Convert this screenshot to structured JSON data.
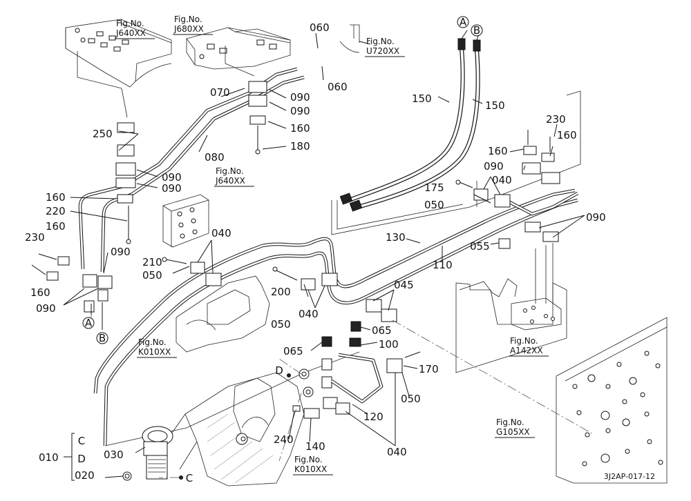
{
  "diagram": {
    "drawing_code": "3J2AP-017-12",
    "callouts": [
      {
        "id": "c060a",
        "text": "060"
      },
      {
        "id": "c060b",
        "text": "060"
      },
      {
        "id": "c070",
        "text": "070"
      },
      {
        "id": "c090a",
        "text": "090"
      },
      {
        "id": "c090b",
        "text": "090"
      },
      {
        "id": "c160a",
        "text": "160"
      },
      {
        "id": "c180",
        "text": "180"
      },
      {
        "id": "c250",
        "text": "250"
      },
      {
        "id": "c080",
        "text": "080"
      },
      {
        "id": "c090c",
        "text": "090"
      },
      {
        "id": "c090d",
        "text": "090"
      },
      {
        "id": "c160b",
        "text": "160"
      },
      {
        "id": "c220",
        "text": "220"
      },
      {
        "id": "c230a",
        "text": "230"
      },
      {
        "id": "c160c",
        "text": "160"
      },
      {
        "id": "c090e",
        "text": "090"
      },
      {
        "id": "c160d",
        "text": "160"
      },
      {
        "id": "c090f",
        "text": "090"
      },
      {
        "id": "c150a",
        "text": "150"
      },
      {
        "id": "c150b",
        "text": "150"
      },
      {
        "id": "c230b",
        "text": "230"
      },
      {
        "id": "c160e",
        "text": "160"
      },
      {
        "id": "c160f",
        "text": "160"
      },
      {
        "id": "c090g",
        "text": "090"
      },
      {
        "id": "c175",
        "text": "175"
      },
      {
        "id": "c040a",
        "text": "040"
      },
      {
        "id": "c050a",
        "text": "050"
      },
      {
        "id": "c090h",
        "text": "090"
      },
      {
        "id": "c130",
        "text": "130"
      },
      {
        "id": "c055",
        "text": "055"
      },
      {
        "id": "c110",
        "text": "110"
      },
      {
        "id": "c040b",
        "text": "040"
      },
      {
        "id": "c210",
        "text": "210"
      },
      {
        "id": "c050b",
        "text": "050"
      },
      {
        "id": "c200",
        "text": "200"
      },
      {
        "id": "c045",
        "text": "045"
      },
      {
        "id": "c050c",
        "text": "050"
      },
      {
        "id": "c040c",
        "text": "040"
      },
      {
        "id": "c065a",
        "text": "065"
      },
      {
        "id": "c065b",
        "text": "065"
      },
      {
        "id": "c100",
        "text": "100"
      },
      {
        "id": "c170",
        "text": "170"
      },
      {
        "id": "c050d",
        "text": "050"
      },
      {
        "id": "c120",
        "text": "120"
      },
      {
        "id": "c040d",
        "text": "040"
      },
      {
        "id": "c240",
        "text": "240"
      },
      {
        "id": "c140",
        "text": "140"
      },
      {
        "id": "c030",
        "text": "030"
      },
      {
        "id": "c010",
        "text": "010"
      },
      {
        "id": "c020",
        "text": "020"
      }
    ],
    "letters": {
      "a_top": "A",
      "b_top": "B",
      "a_left": "A",
      "b_left": "B",
      "d_mid": "D",
      "c_bracket": "C",
      "d_bracket": "D",
      "c_bottom": "C"
    },
    "figure_refs": [
      {
        "id": "f1",
        "label": "Fig.No.",
        "code": "J640XX"
      },
      {
        "id": "f2",
        "label": "Fig.No.",
        "code": "J680XX"
      },
      {
        "id": "f3",
        "label": "Fig.No.",
        "code": "U720XX"
      },
      {
        "id": "f4",
        "label": "Fig.No.",
        "code": "J640XX"
      },
      {
        "id": "f5",
        "label": "Fig.No.",
        "code": "K010XX"
      },
      {
        "id": "f6",
        "label": "Fig.No.",
        "code": "A142XX"
      },
      {
        "id": "f7",
        "label": "Fig.No.",
        "code": "G105XX"
      },
      {
        "id": "f8",
        "label": "Fig.No.",
        "code": "K010XX"
      }
    ]
  }
}
